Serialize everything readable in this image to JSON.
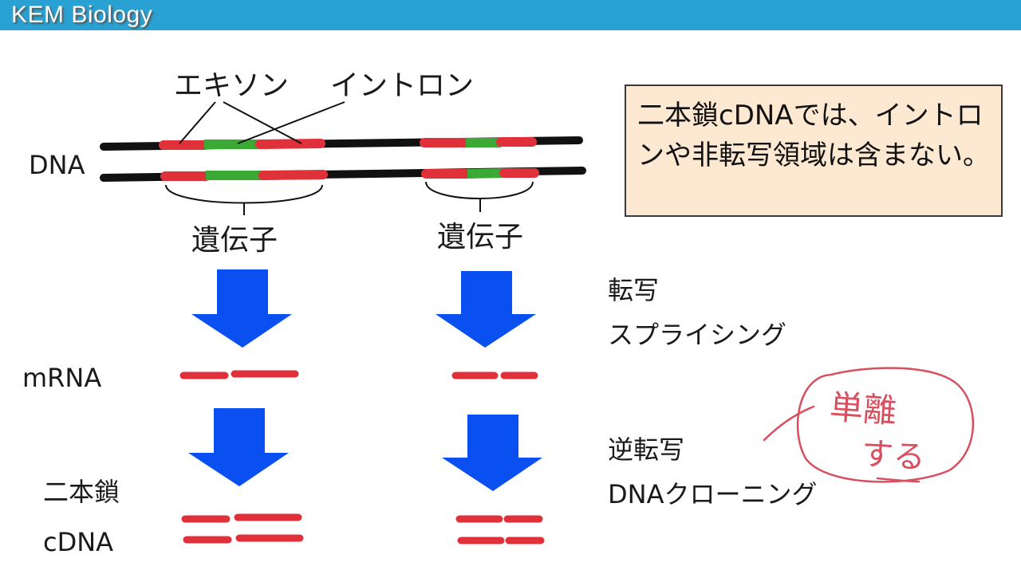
{
  "header": {
    "title": "KEM Biology"
  },
  "labels": {
    "exon": "エキソン",
    "intron": "イントロン",
    "dna": "DNA",
    "gene_1": "遺伝子",
    "gene_2": "遺伝子",
    "mrna": "mRNA",
    "double_strand": "二本鎖",
    "cdna": "cDNA"
  },
  "steps": {
    "transcription": "転写",
    "splicing": "スプライシング",
    "reverse_transcription": "逆転写",
    "dna_cloning": "DNAクローニング"
  },
  "note": {
    "text": "二本鎖cDNAでは、イントロンや非転写領域は含まない。"
  },
  "handwritten": {
    "line1": "単離",
    "line2": "する"
  },
  "colors": {
    "header_bg": "#2aa1d3",
    "exon": "#e0303a",
    "intron": "#3aaa35",
    "strand": "#111111",
    "arrow": "#0a4ff0",
    "note_bg": "#fde8d2",
    "annotation": "#d8505f"
  }
}
